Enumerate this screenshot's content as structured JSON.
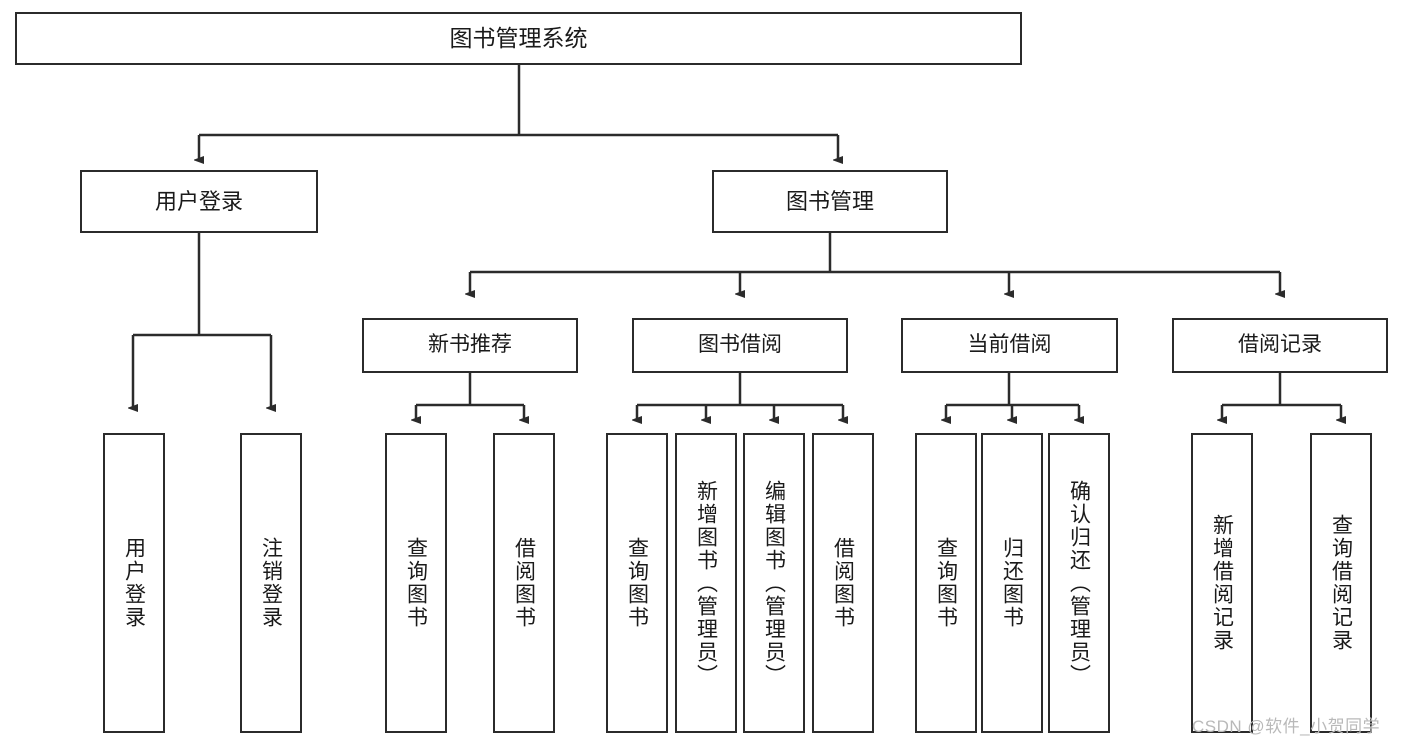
{
  "diagram": {
    "title": "图书管理系统",
    "root": {
      "label": "图书管理系统"
    },
    "level1": [
      {
        "label": "用户登录"
      },
      {
        "label": "图书管理"
      }
    ],
    "level2": [
      {
        "label": "新书推荐"
      },
      {
        "label": "图书借阅"
      },
      {
        "label": "当前借阅"
      },
      {
        "label": "借阅记录"
      }
    ],
    "leaves": {
      "user_login": [
        {
          "label": "用户登录"
        },
        {
          "label": "注销登录"
        }
      ],
      "new_book_recommend": [
        {
          "label": "查询图书"
        },
        {
          "label": "借阅图书"
        }
      ],
      "book_borrow": [
        {
          "label": "查询图书"
        },
        {
          "label": "新增图书（管理员）"
        },
        {
          "label": "编辑图书（管理员）"
        },
        {
          "label": "借阅图书"
        }
      ],
      "current_borrow": [
        {
          "label": "查询图书"
        },
        {
          "label": "归还图书"
        },
        {
          "label": "确认归还（管理员）"
        }
      ],
      "borrow_record": [
        {
          "label": "新增借阅记录"
        },
        {
          "label": "查询借阅记录"
        }
      ]
    }
  },
  "watermark": {
    "text": "CSDN @软件_小贺同学"
  },
  "colors": {
    "stroke": "#2b2b2b",
    "background": "#ffffff",
    "text": "#1a1a1a",
    "watermark": "#b9b9b9"
  }
}
